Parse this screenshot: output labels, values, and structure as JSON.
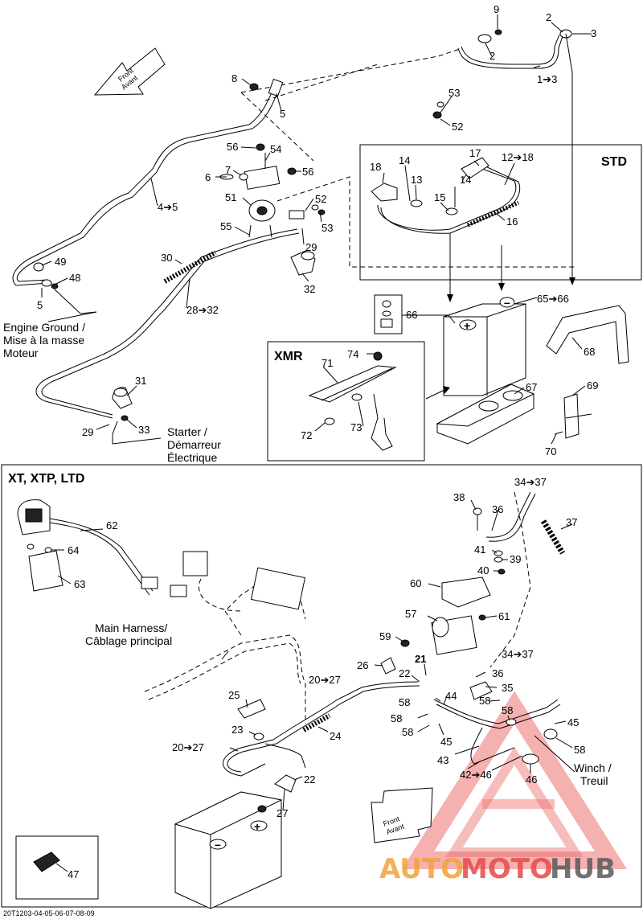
{
  "labels": {
    "front_top": [
      "Front",
      "Avant"
    ],
    "front_bottom": [
      "Front",
      "Avant"
    ],
    "engine_ground": [
      "Engine Ground /",
      "Mise à la masse",
      "Moteur"
    ],
    "starter": [
      "Starter /",
      "Démarreur",
      "Électrique"
    ],
    "main_harness": [
      "Main Harness/",
      "Câblage principal"
    ],
    "winch": [
      "Winch /",
      "Treuil"
    ]
  },
  "boxes": {
    "std": "STD",
    "xmr": "XMR",
    "xt": "XT, XTP, LTD"
  },
  "callouts": {
    "c9": "9",
    "c2a": "2",
    "c3": "3",
    "c2b": "2",
    "c1_3": "1➔3",
    "c8": "8",
    "c5a": "5",
    "c53a": "53",
    "c52a": "52",
    "c56a": "56",
    "c54": "54",
    "c6": "6",
    "c7": "7",
    "c56b": "56",
    "c51": "51",
    "c52b": "52",
    "c53b": "53",
    "c55": "55",
    "c29a": "29",
    "c45_5": "4➔5",
    "c49": "49",
    "c48": "48",
    "c5b": "5",
    "c30": "30",
    "c28_32": "28➔32",
    "c32": "32",
    "c14a": "14",
    "c17": "17",
    "c12_18": "12➔18",
    "c18": "18",
    "c13": "13",
    "c14b": "14",
    "c15": "15",
    "c16": "16",
    "c66": "66",
    "c65_66": "65➔66",
    "c68": "68",
    "c67": "67",
    "c69": "69",
    "c70": "70",
    "c74": "74",
    "c71": "71",
    "c72": "72",
    "c73": "73",
    "c31": "31",
    "c33": "33",
    "c29b": "29",
    "c62": "62",
    "c64": "64",
    "c63": "63",
    "c38": "38",
    "c36a": "36",
    "c34_37a": "34➔37",
    "c37": "37",
    "c41": "41",
    "c39": "39",
    "c40": "40",
    "c60": "60",
    "c57": "57",
    "c61": "61",
    "c59": "59",
    "c26": "26",
    "c21": "21",
    "c22a": "22",
    "c34_37b": "34➔37",
    "c36b": "36",
    "c35": "35",
    "c20_27a": "20➔27",
    "c58a": "58",
    "c44": "44",
    "c58b": "58",
    "c58c": "58",
    "c58d": "58",
    "c58e": "58",
    "c58f": "58",
    "c45a": "45",
    "c45b": "45",
    "c25": "25",
    "c23": "23",
    "c24": "24",
    "c20_27b": "20➔27",
    "c22b": "22",
    "c27": "27",
    "c43": "43",
    "c42_46": "42➔46",
    "c46": "46",
    "c47": "47"
  },
  "footer_code": "20T1203-04-05-06-07-08-09",
  "watermark": {
    "auto": "AUTO",
    "moto": "MOTO",
    "hub": "HUB",
    "color_orange": "#f2a33a",
    "color_red": "#e84a4a",
    "color_gray": "#5a5a5a"
  }
}
